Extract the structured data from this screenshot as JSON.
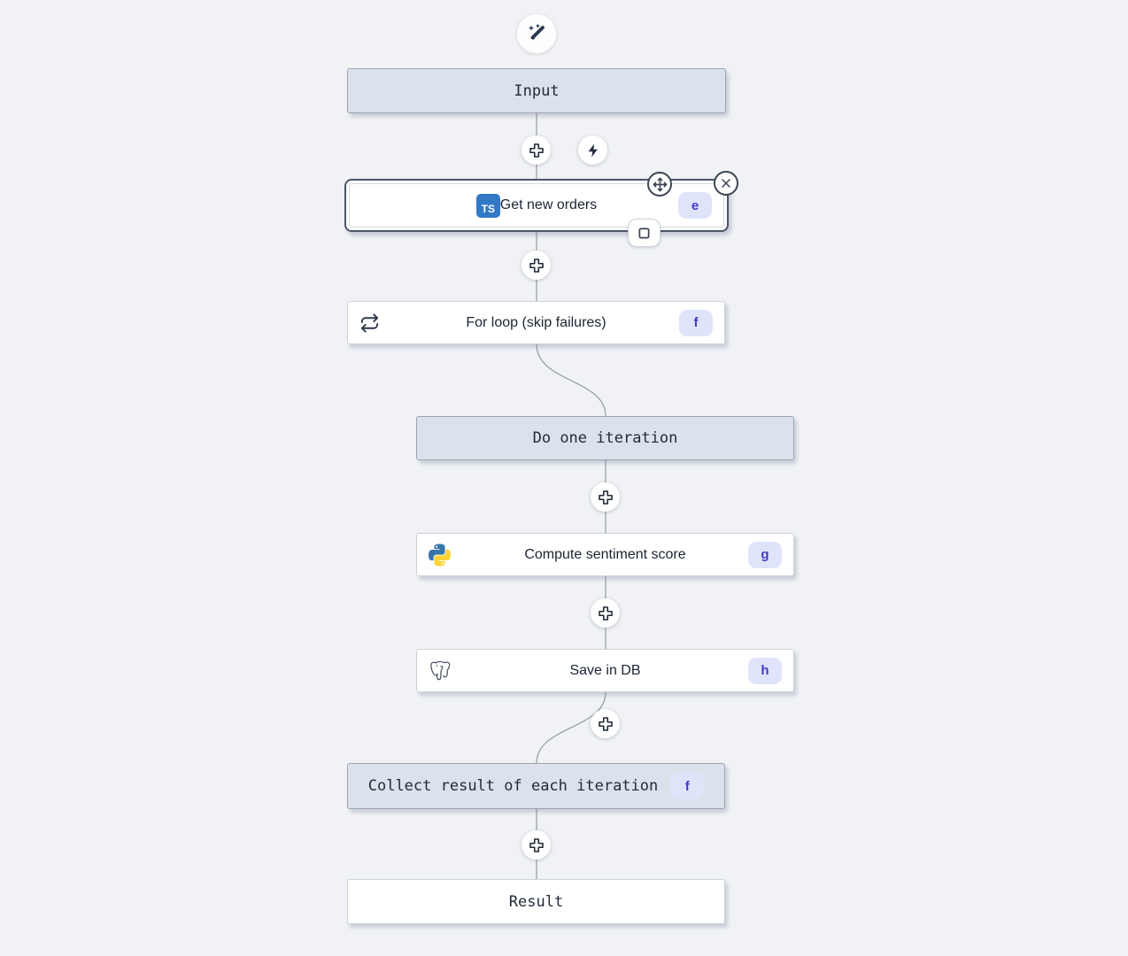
{
  "flow": {
    "trigger": {
      "wand_icon": "wand-sparkles",
      "lightning_icon": "zap"
    },
    "nodes": {
      "input": {
        "label": "Input",
        "kind": "virtual"
      },
      "get_new_orders": {
        "label": "Get new orders",
        "badge": "e",
        "language": "typescript",
        "language_abbr": "TS",
        "selected": true
      },
      "for_loop": {
        "label": "For loop (skip failures)",
        "badge": "f",
        "icon": "repeat"
      },
      "do_one_iteration": {
        "label": "Do one iteration",
        "kind": "virtual"
      },
      "compute_sentiment_score": {
        "label": "Compute sentiment score",
        "badge": "g",
        "language": "python"
      },
      "save_in_db": {
        "label": "Save in DB",
        "badge": "h",
        "language": "postgresql"
      },
      "collect_result": {
        "label": "Collect result of each iteration",
        "badge": "f",
        "kind": "virtual"
      },
      "result": {
        "label": "Result",
        "kind": "virtual"
      }
    },
    "colors": {
      "canvas_bg": "#f0f2f5",
      "virtual_node_bg": "#dbe2eb",
      "virtual_node_border": "#9aa5b2",
      "step_node_border": "#cdd2d9",
      "selected_outline": "#4a5568",
      "badge_bg": "#e0e4fa",
      "badge_text": "#4338ca",
      "typescript_blue": "#3178c6",
      "python_blue": "#3776ab",
      "python_yellow": "#ffd43b",
      "postgres_outline": "#44505e",
      "edge": "#99a0ab"
    }
  }
}
